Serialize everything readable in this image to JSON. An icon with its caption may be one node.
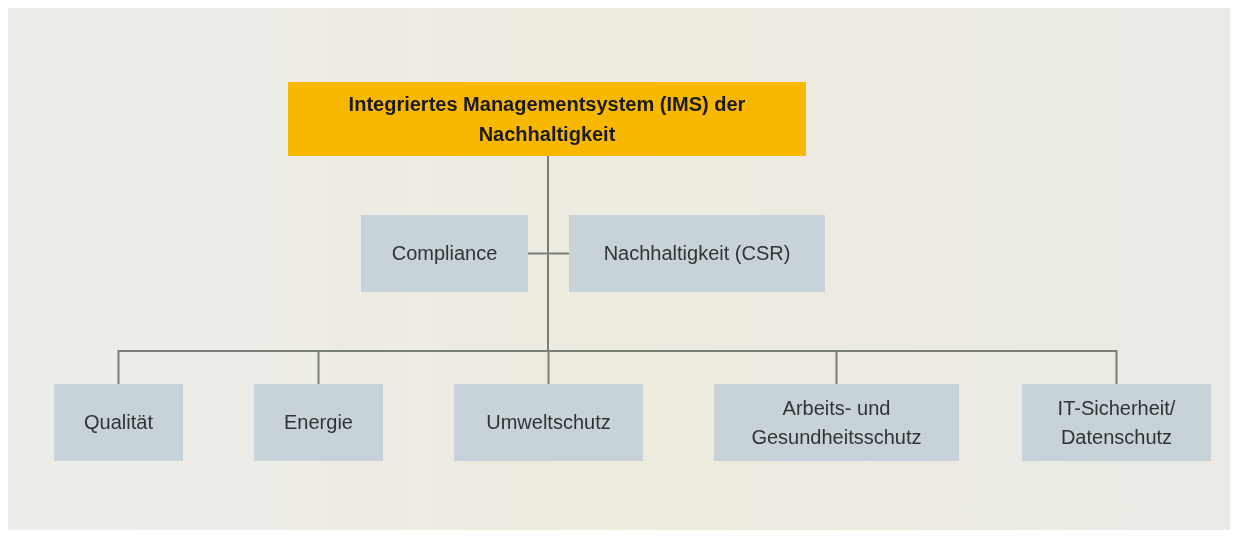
{
  "diagram": {
    "nodes": [
      {
        "text": [
          "Integriertes Managementsystem (IMS) der Nachhaltigkeit"
        ]
      },
      {
        "text": [
          "Compliance"
        ]
      },
      {
        "text": [
          "Nachhaltigkeit (CSR)"
        ]
      },
      {
        "text": [
          "Qualität"
        ]
      },
      {
        "text": [
          "Energie"
        ]
      },
      {
        "text": [
          "Umweltschutz"
        ]
      },
      {
        "text": [
          "Arbeits- und Gesundheitsschutz"
        ]
      },
      {
        "text": [
          "IT-Sicherheit/ Datenschutz"
        ]
      }
    ],
    "edges": [
      {
        "from": 0,
        "to": 1,
        "arrow": "none"
      },
      {
        "from": 0,
        "to": 2,
        "arrow": "none"
      },
      {
        "from": 0,
        "to": 3,
        "arrow": "none"
      },
      {
        "from": 0,
        "to": 4,
        "arrow": "none"
      },
      {
        "from": 0,
        "to": 5,
        "arrow": "none"
      },
      {
        "from": 0,
        "to": 6,
        "arrow": "none"
      },
      {
        "from": 0,
        "to": 7,
        "arrow": "none"
      }
    ]
  }
}
